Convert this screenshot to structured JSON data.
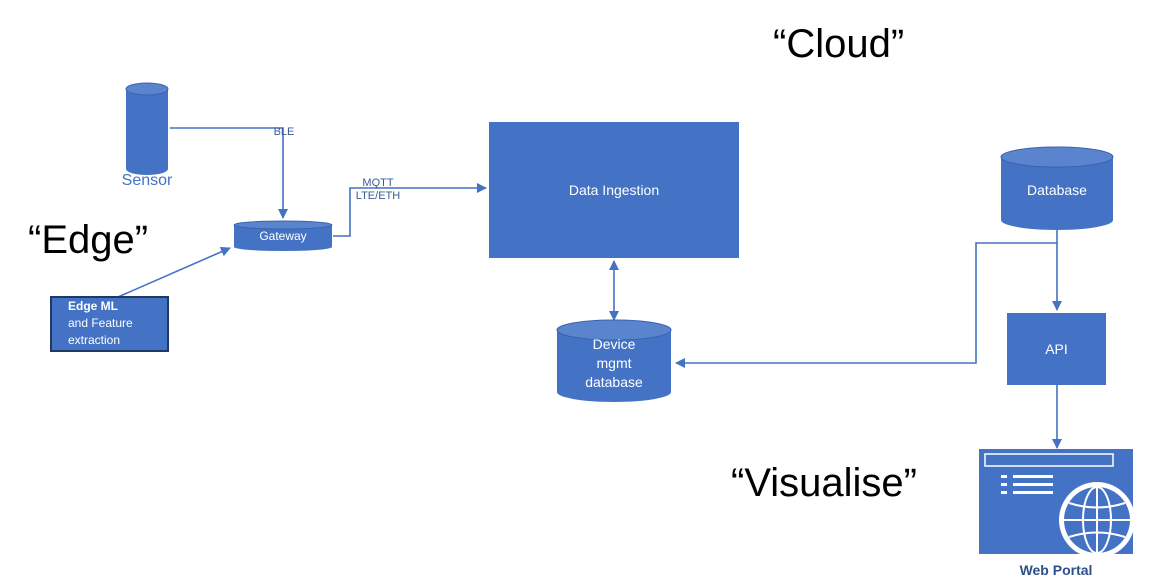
{
  "zones": {
    "cloud": "“Cloud”",
    "edge": "“Edge”",
    "visualise": "“Visualise”"
  },
  "nodes": {
    "sensor": "Sensor",
    "gateway": "Gateway",
    "edge_ml": {
      "bold": "Edge ML",
      "rest_line1": "and Feature",
      "rest_line2": "extraction"
    },
    "data_ingestion": "Data Ingestion",
    "device_db": {
      "line1": "Device",
      "line2": "mgmt",
      "line3": "database"
    },
    "database": "Database",
    "api": "API",
    "web_portal": "Web Portal"
  },
  "edges": {
    "ble": "BLE",
    "mqtt": "MQTT",
    "lte_eth": "LTE/ETH"
  },
  "colors": {
    "node_fill": "#4472c4",
    "node_dark": "#3a63ad",
    "line": "#4472c4",
    "edge_ml_border": "#203864"
  },
  "icons": {
    "web_portal": "browser-window-with-globe-icon"
  }
}
